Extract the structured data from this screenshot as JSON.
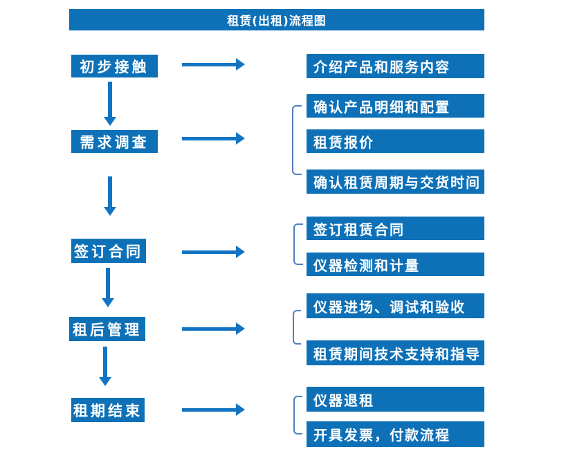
{
  "title": "租赁(出租)流程图",
  "colors": {
    "box_blue": "#0e71b8",
    "arrow_blue": "#1274c2",
    "bracket_blue": "#4f80c1",
    "text_white": "#ffffff",
    "background": "#ffffff"
  },
  "flow": {
    "steps": [
      {
        "label": "初步接触",
        "details": [
          "介绍产品和服务内容"
        ]
      },
      {
        "label": "需求调查",
        "details": [
          "确认产品明细和配置",
          "租赁报价",
          "确认租赁周期与交货时间"
        ]
      },
      {
        "label": "签订合同",
        "details": [
          "签订租赁合同",
          "仪器检测和计量"
        ]
      },
      {
        "label": "租后管理",
        "details": [
          "仪器进场、调试和验收",
          "租赁期间技术支持和指导"
        ]
      },
      {
        "label": "租期结束",
        "details": [
          "仪器退租",
          "开具发票，付款流程"
        ]
      }
    ]
  }
}
